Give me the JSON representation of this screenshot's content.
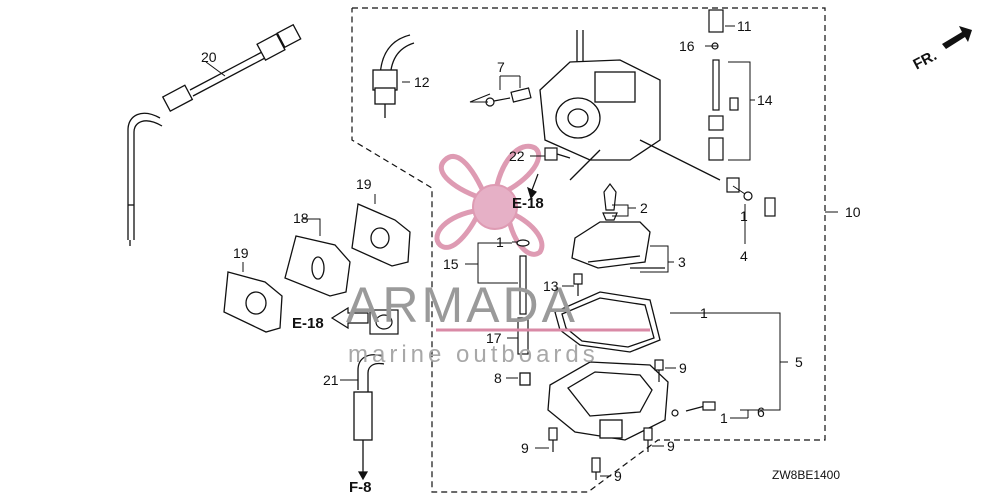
{
  "diagram": {
    "code": "ZW8BE1400",
    "direction_label": "FR.",
    "references": {
      "e18_top": "E-18",
      "e18_left": "E-18",
      "f8": "F-8"
    },
    "callouts": {
      "c1_a": "1",
      "c1_b": "1",
      "c1_c": "1",
      "c1_d": "1",
      "c2": "2",
      "c3": "3",
      "c4": "4",
      "c5": "5",
      "c6": "6",
      "c7": "7",
      "c8": "8",
      "c9_a": "9",
      "c9_b": "9",
      "c9_c": "9",
      "c9_d": "9",
      "c10": "10",
      "c11": "11",
      "c12": "12",
      "c13": "13",
      "c14": "14",
      "c15": "15",
      "c16": "16",
      "c17": "17",
      "c18": "18",
      "c19_a": "19",
      "c19_b": "19",
      "c20": "20",
      "c21": "21",
      "c22": "22"
    }
  },
  "watermark": {
    "brand": "ARMADA",
    "tagline": "marine outboards",
    "accent_color": "#d98aa6"
  }
}
